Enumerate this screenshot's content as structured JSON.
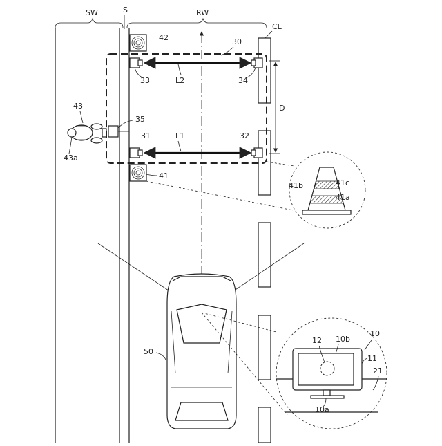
{
  "labels": {
    "sw": "SW",
    "s": "S",
    "rw": "RW",
    "cl": "CL",
    "d": "D",
    "l1": "L1",
    "l2": "L2",
    "n10": "10",
    "n10a": "10a",
    "n10b": "10b",
    "n11": "11",
    "n12": "12",
    "n21": "21",
    "n30": "30",
    "n31": "31",
    "n32": "32",
    "n33": "33",
    "n34": "34",
    "n35": "35",
    "n41": "41",
    "n41a": "41a",
    "n41b": "41b",
    "n41c": "41c",
    "n42": "42",
    "n43": "43",
    "n43a": "43a",
    "n50": "50"
  },
  "icons": {
    "cone": "traffic-cone-icon",
    "camera": "camera-icon",
    "speaker": "speaker-icon",
    "person": "pedestrian-icon",
    "car": "vehicle-icon",
    "monitor": "display-monitor-icon"
  }
}
